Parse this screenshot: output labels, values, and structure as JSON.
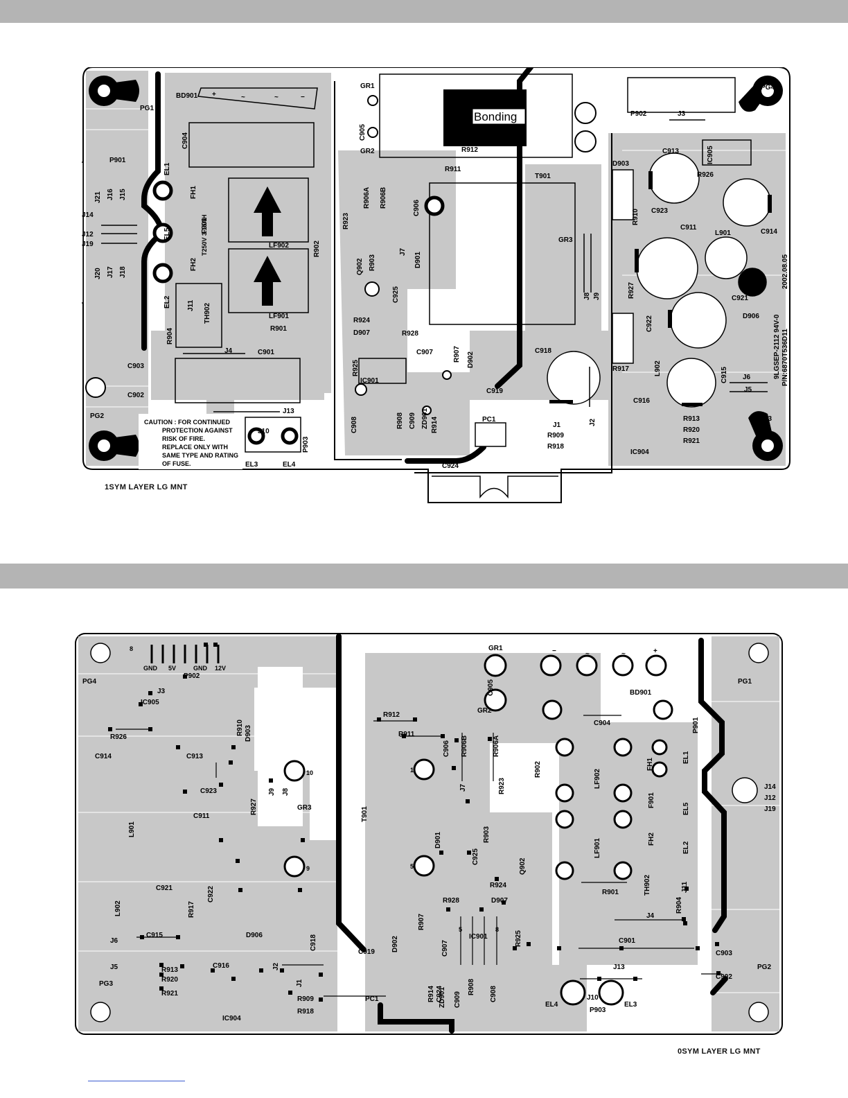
{
  "top_board": {
    "caption": "1SYM LAYER LG MNT",
    "bonding": "Bonding",
    "part_number": "P/N:6870T536D11",
    "pcb_marking": "9LGSEP-2112 94V-0",
    "date": "2002.08.05",
    "caution": [
      "CAUTION : FOR CONTINUED",
      "PROTECTION AGAINST",
      "RISK OF FIRE.",
      "REPLACE ONLY WITH",
      "SAME TYPE AND RATING",
      "OF FUSE."
    ],
    "fuse": "T250V 3.15AH",
    "bd_symbols": [
      "+",
      "~",
      "~",
      "−"
    ],
    "labels": [
      "BD901",
      "PG1",
      "PG2",
      "PG3",
      "PG4",
      "P901",
      "P902",
      "P903",
      "J3",
      "C904",
      "EL1",
      "EL2",
      "EL5",
      "EL3",
      "EL4",
      "FH1",
      "FH2",
      "F901",
      "J21",
      "J16",
      "J15",
      "J14",
      "J12",
      "J19",
      "J20",
      "J17",
      "J18",
      "LF902",
      "LF901",
      "R902",
      "R901",
      "R904",
      "J11",
      "TH902",
      "J4",
      "C901",
      "J13",
      "J10",
      "C903",
      "C902",
      "GR1",
      "GR2",
      "C905",
      "R912",
      "R911",
      "R923",
      "R906A",
      "R906B",
      "C906",
      "J7",
      "D901",
      "Q902",
      "R903",
      "C925",
      "R924",
      "D907",
      "R928",
      "R925",
      "IC901",
      "C907",
      "R907",
      "D902",
      "C908",
      "R908",
      "C909",
      "ZD901",
      "R914",
      "C924",
      "PC1",
      "C919",
      "T901",
      "GR3",
      "J8",
      "J9",
      "C918",
      "J1",
      "J2",
      "R909",
      "R918",
      "D903",
      "C913",
      "IC905",
      "R926",
      "R910",
      "C923",
      "C911",
      "L901",
      "C914",
      "R927",
      "C921",
      "C922",
      "D906",
      "R917",
      "L902",
      "C915",
      "J6",
      "J5",
      "C916",
      "IC904",
      "R913",
      "R920",
      "R921"
    ]
  },
  "bottom_board": {
    "caption": "0SYM LAYER LG MNT",
    "pin_labels": [
      "GND",
      "5V",
      "GND",
      "12V"
    ],
    "numbers": [
      "8",
      "10",
      "9",
      "5",
      "1",
      "5",
      "8"
    ],
    "bd_symbols": [
      "−",
      "~",
      "~",
      "+"
    ],
    "labels": [
      "PG4",
      "PG1",
      "PG2",
      "PG3",
      "P902",
      "J3",
      "IC905",
      "R926",
      "C914",
      "R910",
      "D903",
      "C913",
      "C923",
      "J9",
      "J8",
      "R927",
      "GR3",
      "C911",
      "L901",
      "C921",
      "R917",
      "C922",
      "D906",
      "L902",
      "J6",
      "J5",
      "C915",
      "C918",
      "R913",
      "R920",
      "R921",
      "C916",
      "J2",
      "IC904",
      "J1",
      "R909",
      "R918",
      "PC1",
      "T901",
      "C919",
      "R912",
      "R911",
      "GR1",
      "GR2",
      "C905",
      "R906B",
      "R906A",
      "C906",
      "R923",
      "J7",
      "R902",
      "D901",
      "C925",
      "R903",
      "Q902",
      "R924",
      "R928",
      "D907",
      "D902",
      "R907",
      "C907",
      "IC901",
      "R925",
      "C924",
      "R914",
      "ZD901",
      "C909",
      "R908",
      "C908",
      "BD901",
      "C904",
      "LF902",
      "LF901",
      "R901",
      "FH1",
      "F901",
      "FH2",
      "EL1",
      "EL5",
      "EL2",
      "P901",
      "J14",
      "J12",
      "J19",
      "TH902",
      "J11",
      "R904",
      "J4",
      "C901",
      "C903",
      "C902",
      "J13",
      "EL4",
      "EL3",
      "J10",
      "P903"
    ]
  },
  "colors": {
    "band": "#b4b4b4",
    "copper": "#c8c8c8",
    "ink": "#000000"
  }
}
